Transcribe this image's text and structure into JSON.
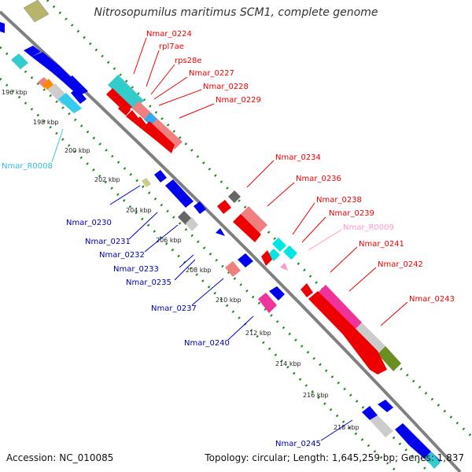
{
  "title": "Nitrosopumilus maritimus SCM1, complete genome",
  "footer": {
    "accession": "Accession: NC_010085",
    "topology": "Topology: circular; Length: 1,645,259 bp; Genes: 1,837"
  },
  "kbp_ticks": [
    "196 kbp",
    "198 kbp",
    "200 kbp",
    "202 kbp",
    "204 kbp",
    "206 kbp",
    "208 kbp",
    "210 kbp",
    "212 kbp",
    "214 kbp",
    "216 kbp",
    "218 kbp"
  ],
  "gene_labels_outer": [
    "Nmar_0224",
    "rpl7ae",
    "rps28e",
    "Nmar_0227",
    "Nmar_0228",
    "Nmar_0229",
    "Nmar_0234",
    "Nmar_0236",
    "Nmar_0238",
    "Nmar_0239",
    "Nmar_R0009",
    "Nmar_0241",
    "Nmar_0242",
    "Nmar_0243"
  ],
  "gene_labels_inner": [
    "Nmar_R0008",
    "Nmar_0230",
    "Nmar_0231",
    "Nmar_0232",
    "Nmar_0233",
    "Nmar_0235",
    "Nmar_0237",
    "Nmar_0240",
    "Nmar_0245"
  ],
  "colors": {
    "forward": "#ff0000",
    "reverse": "#0000ff",
    "rRNA": "#33cccc",
    "tRNA": "#ff99cc",
    "backbone": "#808080",
    "dots": "#228b22"
  }
}
